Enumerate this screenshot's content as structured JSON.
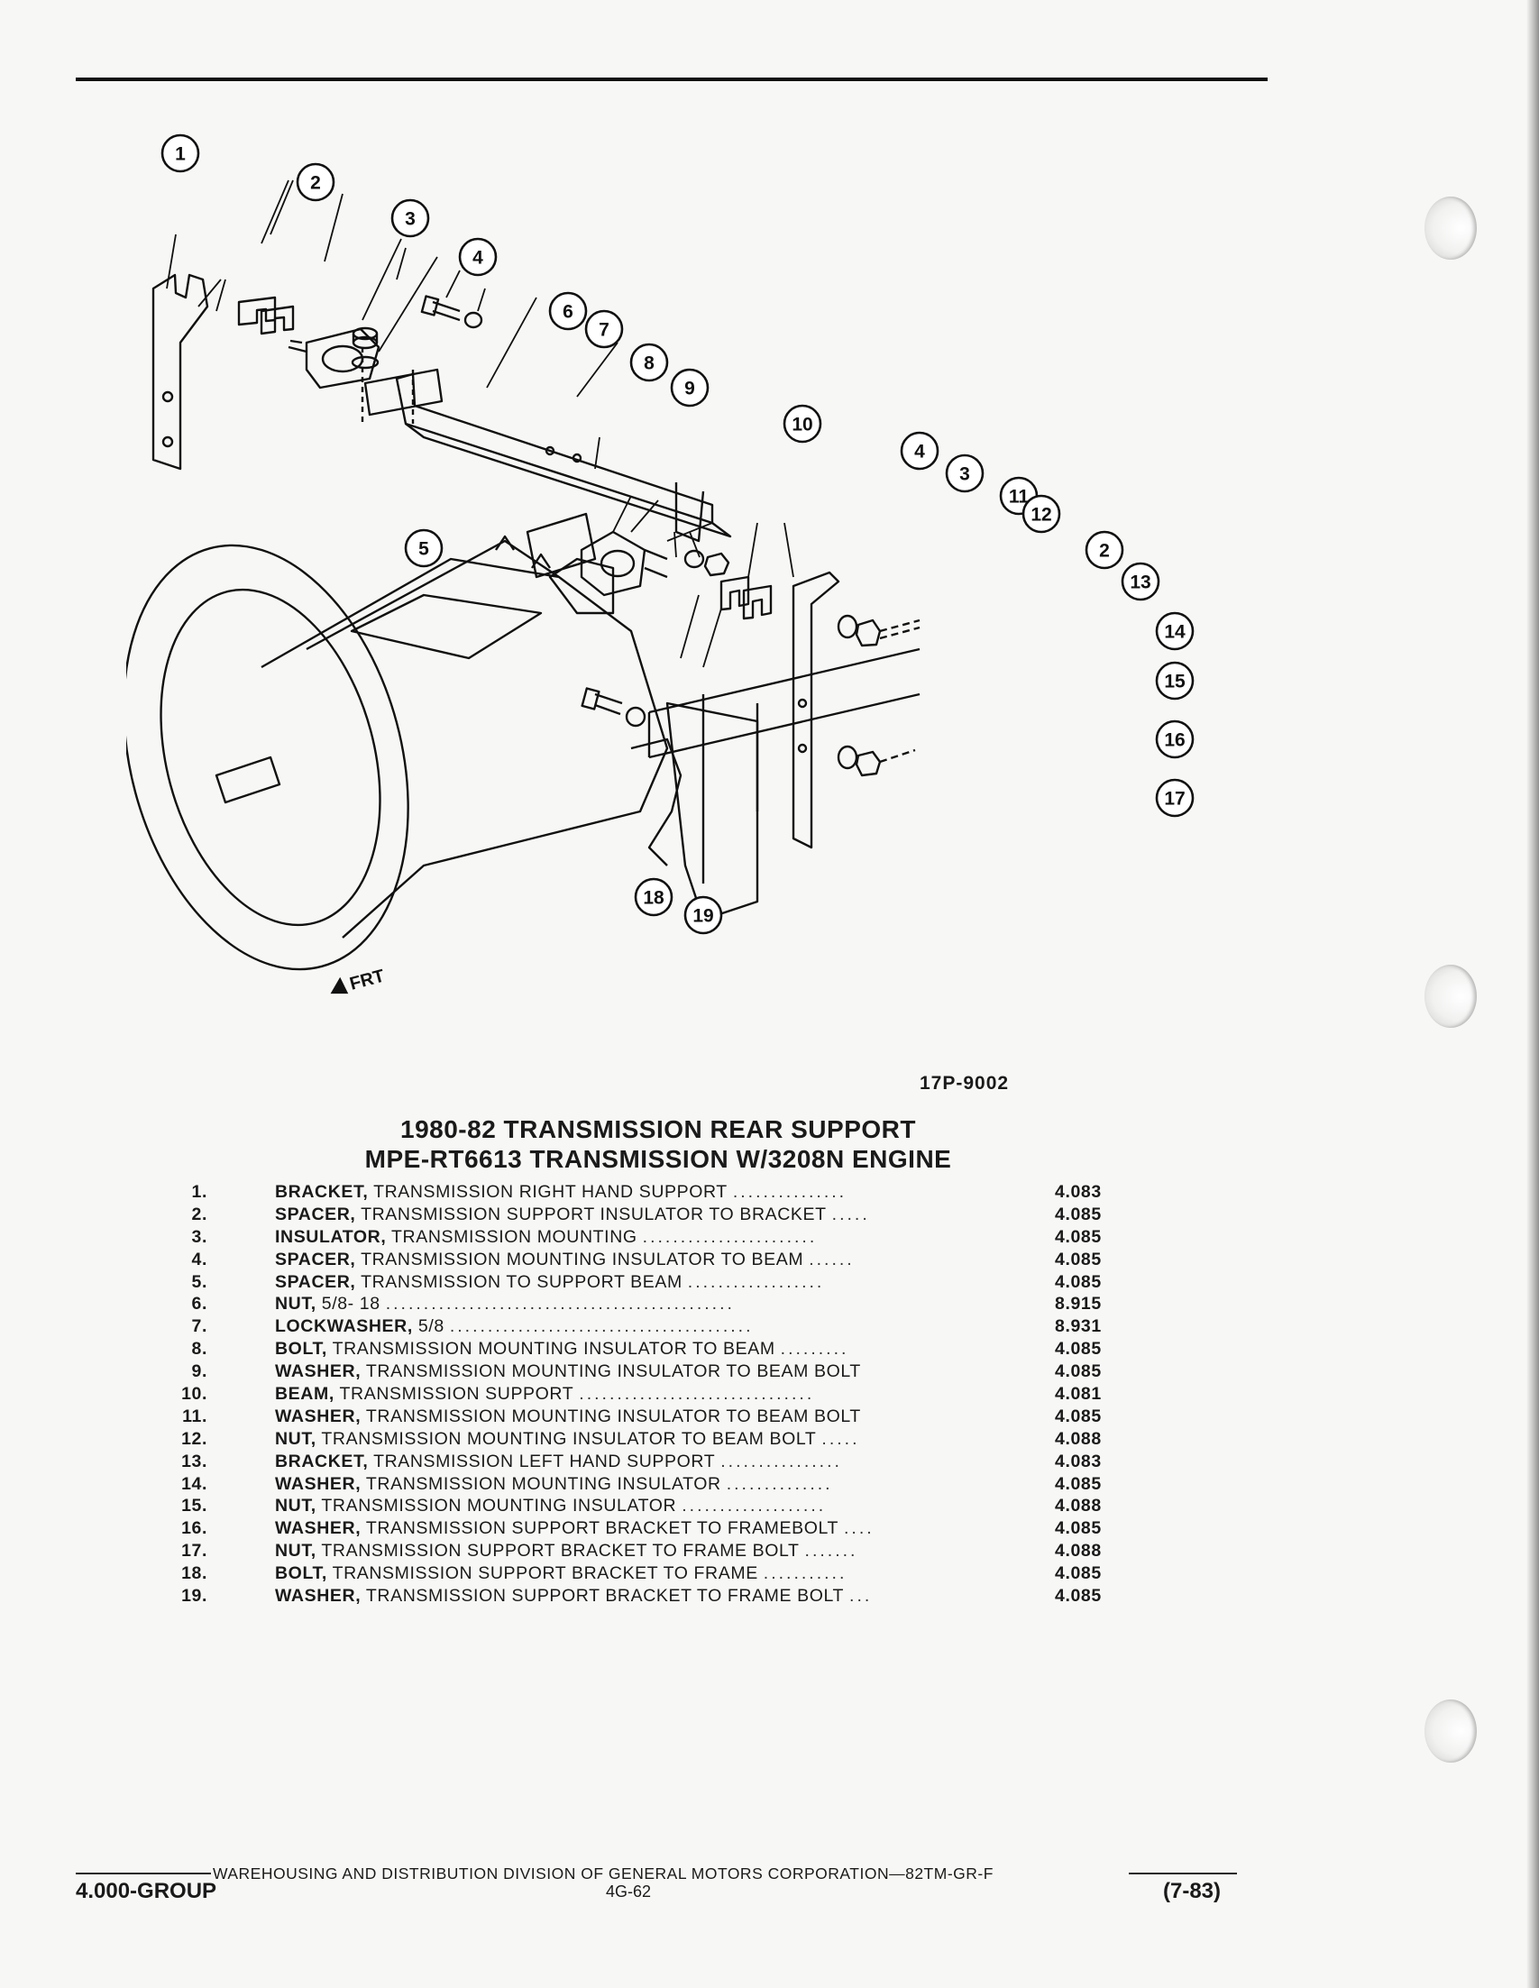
{
  "figure": {
    "code": "17P-9002",
    "front_marker": "FRT",
    "callouts": [
      "1",
      "2",
      "3",
      "4",
      "5",
      "6",
      "7",
      "8",
      "9",
      "10",
      "4",
      "3",
      "11",
      "12",
      "2",
      "13",
      "14",
      "15",
      "16",
      "17",
      "18",
      "19"
    ]
  },
  "title": {
    "line1": "1980-82 TRANSMISSION REAR SUPPORT",
    "line2": "MPE-RT6613 TRANSMISSION W/3208N ENGINE"
  },
  "parts": [
    {
      "num": "1.",
      "name": "BRACKET,",
      "desc": "TRANSMISSION RIGHT HAND SUPPORT",
      "dots": "...............",
      "group": "4.083"
    },
    {
      "num": "2.",
      "name": "SPACER,",
      "desc": "TRANSMISSION SUPPORT INSULATOR TO BRACKET",
      "dots": ".....",
      "group": "4.085"
    },
    {
      "num": "3.",
      "name": "INSULATOR,",
      "desc": "TRANSMISSION MOUNTING",
      "dots": ".......................",
      "group": "4.085"
    },
    {
      "num": "4.",
      "name": "SPACER,",
      "desc": "TRANSMISSION MOUNTING INSULATOR TO BEAM",
      "dots": "......",
      "group": "4.085"
    },
    {
      "num": "5.",
      "name": "SPACER,",
      "desc": "TRANSMISSION TO SUPPORT BEAM",
      "dots": "..................",
      "group": "4.085"
    },
    {
      "num": "6.",
      "name": "NUT,",
      "desc": "5/8- 18",
      "dots": "..............................................",
      "group": "8.915"
    },
    {
      "num": "7.",
      "name": "LOCKWASHER,",
      "desc": "5/8",
      "dots": "........................................",
      "group": "8.931"
    },
    {
      "num": "8.",
      "name": "BOLT,",
      "desc": "TRANSMISSION MOUNTING INSULATOR TO BEAM",
      "dots": ".........",
      "group": "4.085"
    },
    {
      "num": "9.",
      "name": "WASHER,",
      "desc": "TRANSMISSION MOUNTING INSULATOR TO BEAM BOLT",
      "dots": "",
      "group": "4.085"
    },
    {
      "num": "10.",
      "name": "BEAM,",
      "desc": "TRANSMISSION SUPPORT",
      "dots": "...............................",
      "group": "4.081"
    },
    {
      "num": "11.",
      "name": "WASHER,",
      "desc": "TRANSMISSION MOUNTING INSULATOR TO BEAM BOLT",
      "dots": "",
      "group": "4.085"
    },
    {
      "num": "12.",
      "name": "NUT,",
      "desc": "TRANSMISSION MOUNTING INSULATOR TO BEAM BOLT",
      "dots": ".....",
      "group": "4.088"
    },
    {
      "num": "13.",
      "name": "BRACKET,",
      "desc": "TRANSMISSION LEFT HAND SUPPORT",
      "dots": "................",
      "group": "4.083"
    },
    {
      "num": "14.",
      "name": "WASHER,",
      "desc": "TRANSMISSION MOUNTING INSULATOR",
      "dots": "..............",
      "group": "4.085"
    },
    {
      "num": "15.",
      "name": "NUT,",
      "desc": "TRANSMISSION MOUNTING INSULATOR",
      "dots": "...................",
      "group": "4.088"
    },
    {
      "num": "16.",
      "name": "WASHER,",
      "desc": "TRANSMISSION SUPPORT BRACKET TO FRAMEBOLT",
      "dots": "....",
      "group": "4.085"
    },
    {
      "num": "17.",
      "name": "NUT,",
      "desc": "TRANSMISSION SUPPORT BRACKET TO FRAME BOLT",
      "dots": ".......",
      "group": "4.088"
    },
    {
      "num": "18.",
      "name": "BOLT,",
      "desc": "TRANSMISSION SUPPORT BRACKET TO FRAME",
      "dots": "...........",
      "group": "4.085"
    },
    {
      "num": "19.",
      "name": "WASHER,",
      "desc": "TRANSMISSION SUPPORT BRACKET TO FRAME BOLT",
      "dots": "...",
      "group": "4.085"
    }
  ],
  "footer": {
    "division": "WAREHOUSING AND DISTRIBUTION  DIVISION OF GENERAL MOTORS CORPORATION—82TM-GR-F",
    "group_label": "4.000-GROUP",
    "page": "4G-62",
    "date": "(7-83)"
  }
}
